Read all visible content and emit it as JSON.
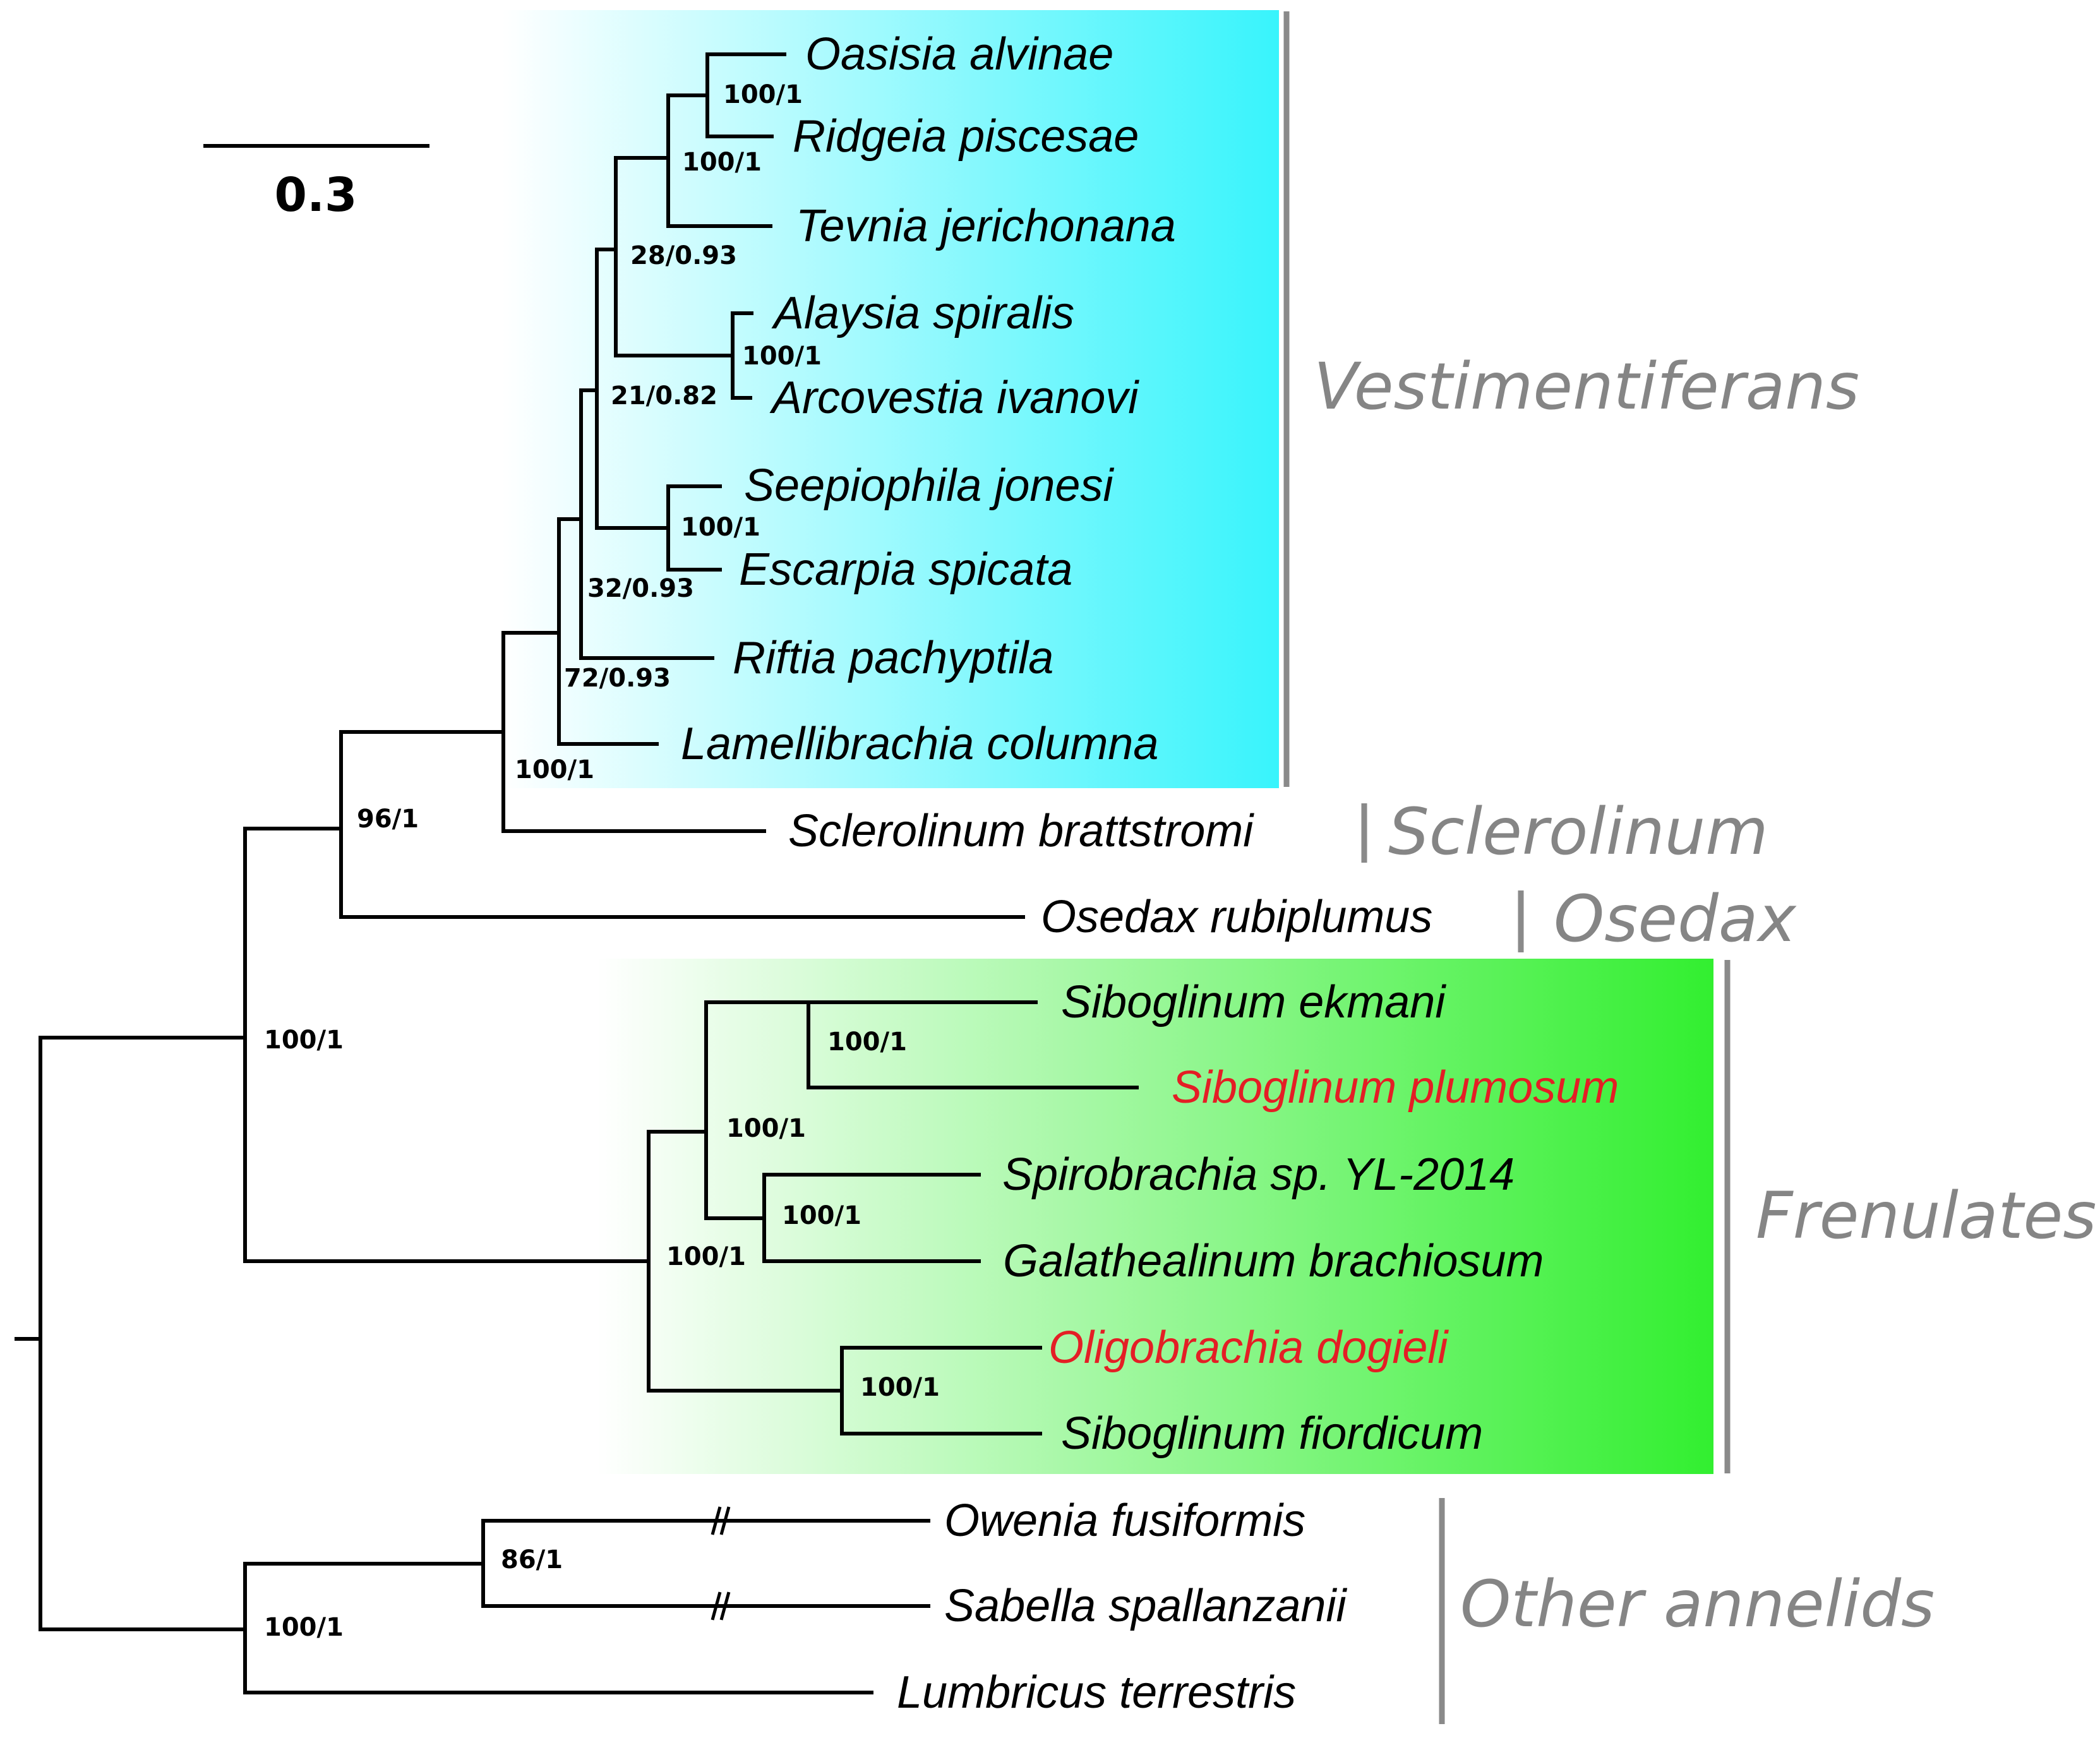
{
  "scale_bar": {
    "label": "0.3"
  },
  "taxa": {
    "oasisia": "Oasisia alvinae",
    "ridgeia": "Ridgeia piscesae",
    "tevnia": "Tevnia jerichonana",
    "alaysia": "Alaysia spiralis",
    "arcovestia": "Arcovestia ivanovi",
    "seepiophila": "Seepiophila jonesi",
    "escarpia": "Escarpia spicata",
    "riftia": "Riftia pachyptila",
    "lamellibrachia": "Lamellibrachia columna",
    "sclerolinum": "Sclerolinum brattstromi",
    "osedax": "Osedax rubiplumus",
    "siboglinum_ekmani": "Siboglinum ekmani",
    "siboglinum_plumosum": "Siboglinum plumosum",
    "spirobrachia": "Spirobrachia sp. YL-2014",
    "galathealinum": "Galathealinum brachiosum",
    "oligobrachia": "Oligobrachia dogieli",
    "siboglinum_fiordicum": "Siboglinum fiordicum",
    "owenia": "Owenia fusiformis",
    "sabella": "Sabella spallanzanii",
    "lumbricus": "Lumbricus terrestris"
  },
  "support": {
    "oasisia_ridgeia": "100/1",
    "with_tevnia": "100/1",
    "tevnia_alaysia_group": "28/0.93",
    "alaysia_arcovestia": "100/1",
    "upper_group": "21/0.82",
    "seepiophila_escarpia": "100/1",
    "with_riftia": "32/0.93",
    "with_lamellibrachia": "72/0.93",
    "vestimentiferans": "100/1",
    "with_osedax": "96/1",
    "siboglinidae": "100/1",
    "ekmani_plumosum": "100/1",
    "frenulate_upper": "100/1",
    "spirobrachia_galathealinum": "100/1",
    "frenulates": "100/1",
    "oligobrachia_fiordicum": "100/1",
    "owenia_sabella": "86/1",
    "other_annelids": "100/1"
  },
  "clades": {
    "vestimentiferans": "Vestimentiferans",
    "sclerolinum": "Sclerolinum",
    "osedax": "Osedax",
    "frenulates": "Frenulates",
    "other_annelids": "Other annelids"
  },
  "colors": {
    "vestimentiferan_box": "#38f4fc",
    "frenulate_box": "#32ef30",
    "highlight_taxon": "#e41e25",
    "clade_label": "#858585",
    "branch": "#000000"
  }
}
